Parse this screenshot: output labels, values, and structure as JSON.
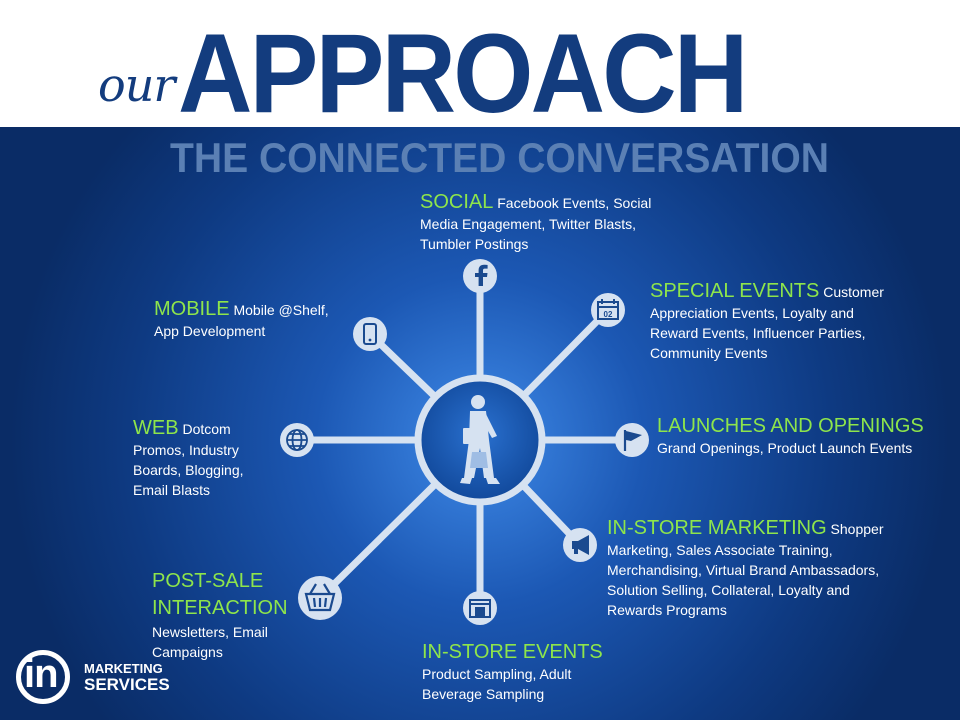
{
  "title": {
    "prefix": "our",
    "main": "APPROACH",
    "subtitle": "THE CONNECTED CONVERSATION"
  },
  "hub": {
    "icon": "walking-shopper-icon"
  },
  "channels": {
    "social": {
      "heading": "SOCIAL",
      "lines": [
        "Facebook Events, Social",
        "Media Engagement, Twitter Blasts,",
        "Tumbler Postings"
      ],
      "icon": "facebook-icon"
    },
    "special_events": {
      "heading": "SPECIAL EVENTS",
      "lines": [
        "Customer",
        "Appreciation Events, Loyalty  and",
        "Reward Events, Influencer Parties,",
        "Community Events"
      ],
      "icon": "calendar-icon"
    },
    "launches": {
      "heading": "LAUNCHES AND OPENINGS",
      "lines": [
        "Grand Openings, Product Launch Events"
      ],
      "icon": "flag-icon"
    },
    "instore_marketing": {
      "heading": "IN-STORE MARKETING",
      "lines": [
        "Shopper",
        "Marketing, Sales Associate  Training,",
        "Merchandising, Virtual Brand Ambassadors,",
        "Solution Selling, Collateral,  Loyalty and",
        "Rewards Programs"
      ],
      "icon": "megaphone-icon"
    },
    "instore_events": {
      "heading": "IN-STORE EVENTS",
      "lines": [
        "Product Sampling, Adult",
        "Beverage Sampling"
      ],
      "icon": "storefront-icon"
    },
    "post_sale": {
      "heading1": "POST-SALE",
      "heading2": "INTERACTION",
      "lines": [
        "Newsletters, Email",
        "Campaigns"
      ],
      "icon": "shopping-basket-icon"
    },
    "web": {
      "heading": "WEB",
      "lines": [
        "Dotcom",
        "Promos, Industry",
        "Boards, Blogging,",
        "Email Blasts"
      ],
      "icon": "globe-icon"
    },
    "mobile": {
      "heading": "MOBILE",
      "lines": [
        "Mobile @Shelf,",
        "App Development"
      ],
      "icon": "smartphone-icon"
    }
  },
  "logo": {
    "mark": "in",
    "word1": "MARKETING",
    "word2": "SERVICES"
  },
  "colors": {
    "navy": "#133c7e",
    "accent_green": "#8ee54b",
    "subtitle_blue": "#5b80b4"
  }
}
